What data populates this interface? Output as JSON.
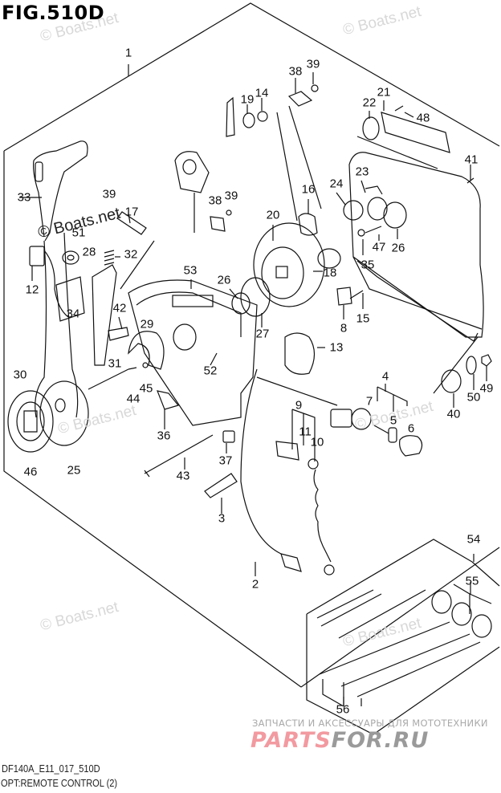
{
  "figure": {
    "title": "FIG.510D",
    "model_code": "DF140A_E11_017_510D",
    "caption": "OPT:REMOTE CONTROL (2)"
  },
  "watermarks": {
    "boats": "© Boats.net",
    "boats_dark": "© Boats.net",
    "partner_tagline": "ЗАПЧАСТИ И АКСЕССУАРЫ ДЛЯ МОТОТЕХНИКИ",
    "partner_logo_part1": "PARTS",
    "partner_logo_part2": "FOR.RU"
  },
  "callouts": [
    {
      "id": "1",
      "label": "1"
    },
    {
      "id": "2",
      "label": "2"
    },
    {
      "id": "3",
      "label": "3"
    },
    {
      "id": "4",
      "label": "4"
    },
    {
      "id": "5",
      "label": "5"
    },
    {
      "id": "6",
      "label": "6"
    },
    {
      "id": "7",
      "label": "7"
    },
    {
      "id": "8",
      "label": "8"
    },
    {
      "id": "9",
      "label": "9"
    },
    {
      "id": "10",
      "label": "10"
    },
    {
      "id": "11",
      "label": "11"
    },
    {
      "id": "12",
      "label": "12"
    },
    {
      "id": "13",
      "label": "13"
    },
    {
      "id": "14",
      "label": "14"
    },
    {
      "id": "15",
      "label": "15"
    },
    {
      "id": "16",
      "label": "16"
    },
    {
      "id": "17",
      "label": "17"
    },
    {
      "id": "18",
      "label": "18"
    },
    {
      "id": "19",
      "label": "19"
    },
    {
      "id": "20",
      "label": "20"
    },
    {
      "id": "21",
      "label": "21"
    },
    {
      "id": "22",
      "label": "22"
    },
    {
      "id": "23",
      "label": "23"
    },
    {
      "id": "24",
      "label": "24"
    },
    {
      "id": "25",
      "label": "25"
    },
    {
      "id": "26a",
      "label": "26"
    },
    {
      "id": "26b",
      "label": "26"
    },
    {
      "id": "27",
      "label": "27"
    },
    {
      "id": "28",
      "label": "28"
    },
    {
      "id": "29",
      "label": "29"
    },
    {
      "id": "30",
      "label": "30"
    },
    {
      "id": "31",
      "label": "31"
    },
    {
      "id": "32",
      "label": "32"
    },
    {
      "id": "33",
      "label": "33"
    },
    {
      "id": "34",
      "label": "34"
    },
    {
      "id": "35",
      "label": "35"
    },
    {
      "id": "36",
      "label": "36"
    },
    {
      "id": "37",
      "label": "37"
    },
    {
      "id": "38a",
      "label": "38"
    },
    {
      "id": "38b",
      "label": "38"
    },
    {
      "id": "39a",
      "label": "39"
    },
    {
      "id": "39b",
      "label": "39"
    },
    {
      "id": "39c",
      "label": "39"
    },
    {
      "id": "40",
      "label": "40"
    },
    {
      "id": "41",
      "label": "41"
    },
    {
      "id": "42",
      "label": "42"
    },
    {
      "id": "43",
      "label": "43"
    },
    {
      "id": "44",
      "label": "44"
    },
    {
      "id": "45",
      "label": "45"
    },
    {
      "id": "46",
      "label": "46"
    },
    {
      "id": "47",
      "label": "47"
    },
    {
      "id": "48",
      "label": "48"
    },
    {
      "id": "49",
      "label": "49"
    },
    {
      "id": "50",
      "label": "50"
    },
    {
      "id": "51",
      "label": "51"
    },
    {
      "id": "52",
      "label": "52"
    },
    {
      "id": "53",
      "label": "53"
    },
    {
      "id": "54",
      "label": "54"
    },
    {
      "id": "55",
      "label": "55"
    },
    {
      "id": "56",
      "label": "56"
    }
  ]
}
